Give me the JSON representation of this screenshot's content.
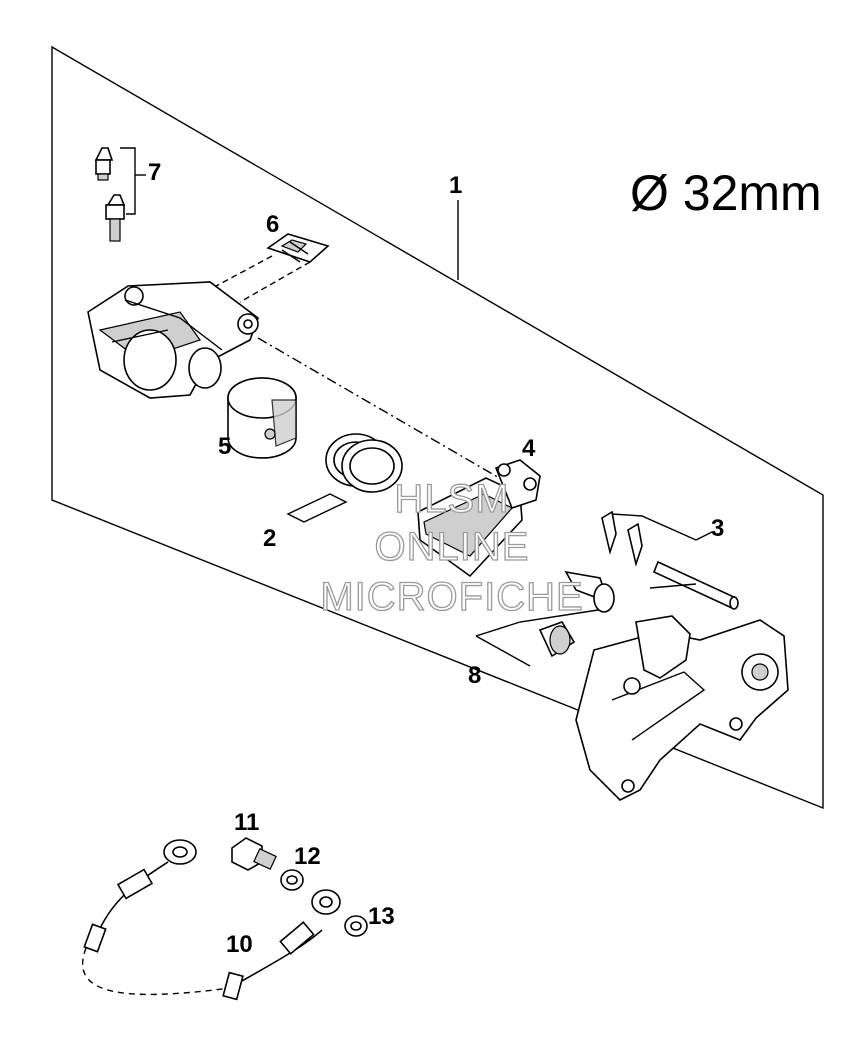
{
  "diagram": {
    "dimension_label": "Ø 32mm",
    "callouts": [
      "1",
      "2",
      "3",
      "4",
      "5",
      "6",
      "7",
      "8",
      "10",
      "11",
      "12",
      "13"
    ],
    "watermark": [
      "HLSM",
      "ONLINE",
      "MICROFICHE"
    ]
  }
}
